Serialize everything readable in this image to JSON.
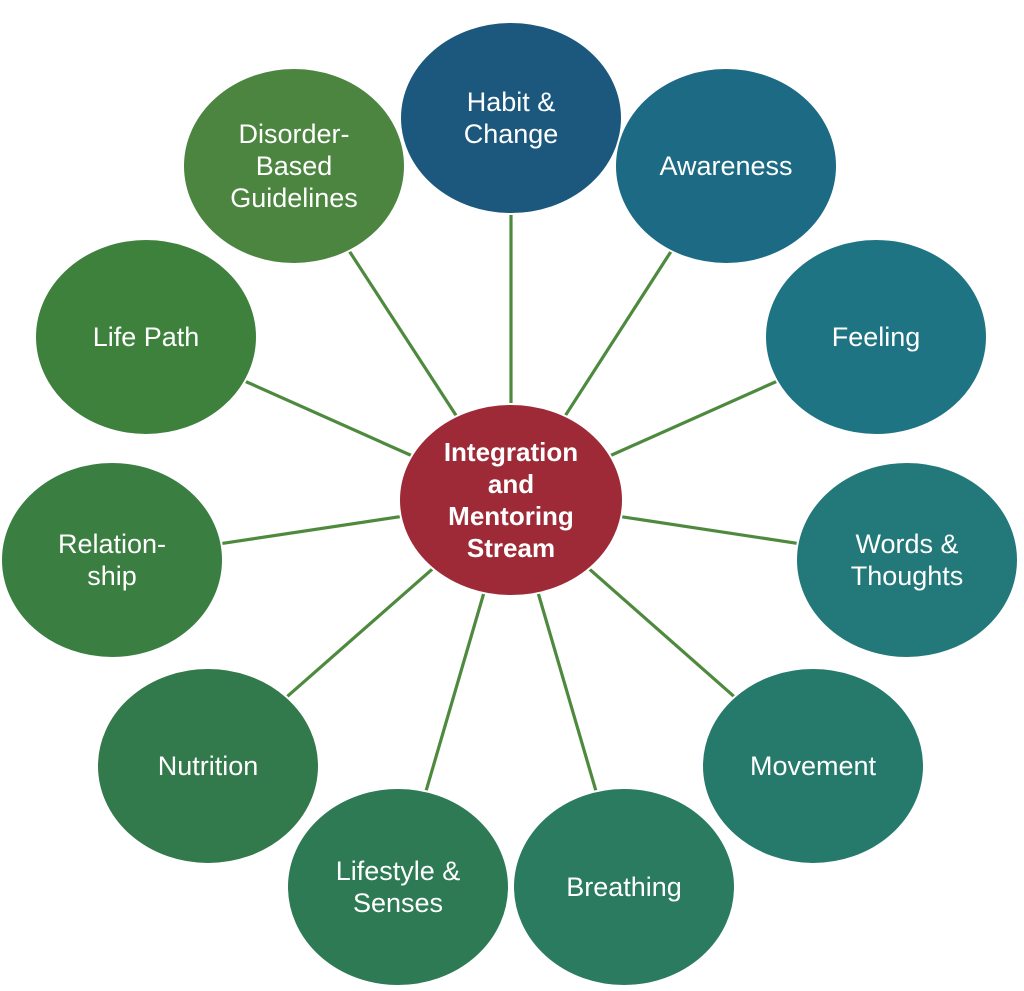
{
  "diagram": {
    "center": {
      "lines": [
        "Integration",
        "and",
        "Mentoring",
        "Stream"
      ],
      "color": "#9E2A37"
    },
    "connector_color": "#4E8A3E",
    "nodes": [
      {
        "name": "habit-change",
        "lines": [
          "Habit &",
          "Change"
        ],
        "color": "#1C587E"
      },
      {
        "name": "awareness",
        "lines": [
          "Awareness"
        ],
        "color": "#1C6A83"
      },
      {
        "name": "feeling",
        "lines": [
          "Feeling"
        ],
        "color": "#1F7483"
      },
      {
        "name": "words-thoughts",
        "lines": [
          "Words &",
          "Thoughts"
        ],
        "color": "#23797A"
      },
      {
        "name": "movement",
        "lines": [
          "Movement"
        ],
        "color": "#267A6C"
      },
      {
        "name": "breathing",
        "lines": [
          "Breathing"
        ],
        "color": "#2A7B60"
      },
      {
        "name": "lifestyle-senses",
        "lines": [
          "Lifestyle &",
          "Senses"
        ],
        "color": "#2D7A55"
      },
      {
        "name": "nutrition",
        "lines": [
          "Nutrition"
        ],
        "color": "#32794B"
      },
      {
        "name": "relationship",
        "lines": [
          "Relation-",
          "ship"
        ],
        "color": "#3B7E41"
      },
      {
        "name": "life-path",
        "lines": [
          "Life Path"
        ],
        "color": "#3E813D"
      },
      {
        "name": "disorder-based-guidelines",
        "lines": [
          "Disorder-",
          "Based",
          "Guidelines"
        ],
        "color": "#4B8540"
      }
    ]
  }
}
